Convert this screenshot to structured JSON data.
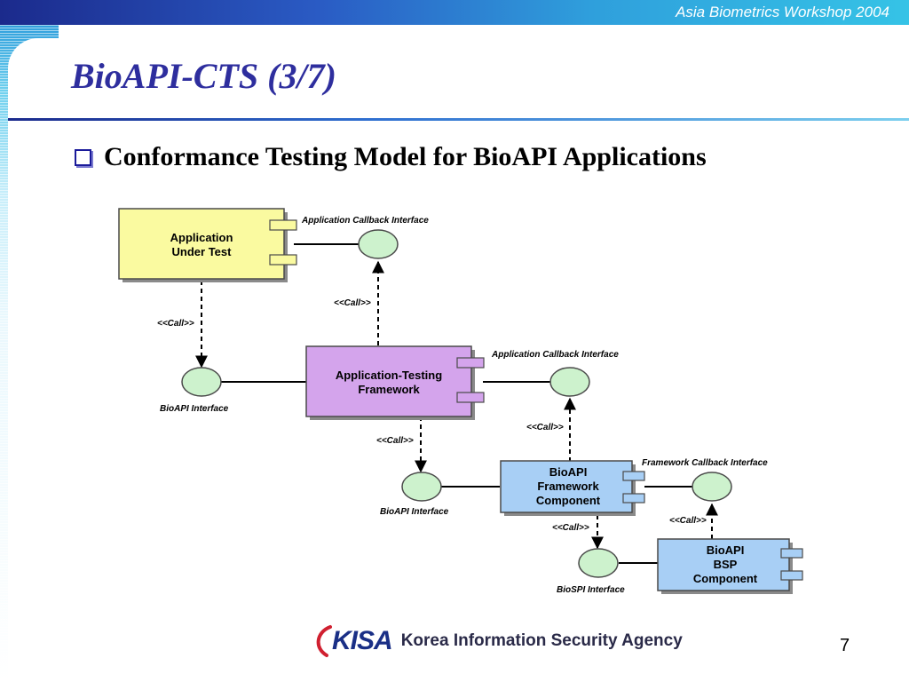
{
  "header": {
    "workshop": "Asia Biometrics Workshop 2004"
  },
  "slide": {
    "title": "BioAPI-CTS (3/7)",
    "bullet": "Conformance Testing Model for BioAPI Applications",
    "page_number": "7"
  },
  "footer": {
    "logo_text": "KISA",
    "agency": "Korea Information Security Agency"
  },
  "diagram": {
    "components": {
      "aut": [
        "Application",
        "Under Test"
      ],
      "atf": [
        "Application-Testing",
        "Framework"
      ],
      "fw": [
        "BioAPI",
        "Framework",
        "Component"
      ],
      "bsp": [
        "BioAPI",
        "BSP",
        "Component"
      ]
    },
    "interfaces": {
      "app_callback_1": "Application Callback Interface",
      "bioapi_1": "BioAPI Interface",
      "app_callback_2": "Application Callback Interface",
      "bioapi_2": "BioAPI Interface",
      "framework_callback": "Framework Callback Interface",
      "biospi": "BioSPI Interface"
    },
    "call_label": "<<Call>>",
    "colors": {
      "aut": "#fafaa0",
      "atf": "#d4a4ec",
      "fw": "#a8cff5",
      "bsp": "#a8cff5",
      "interface": "#cdf2cd"
    }
  }
}
